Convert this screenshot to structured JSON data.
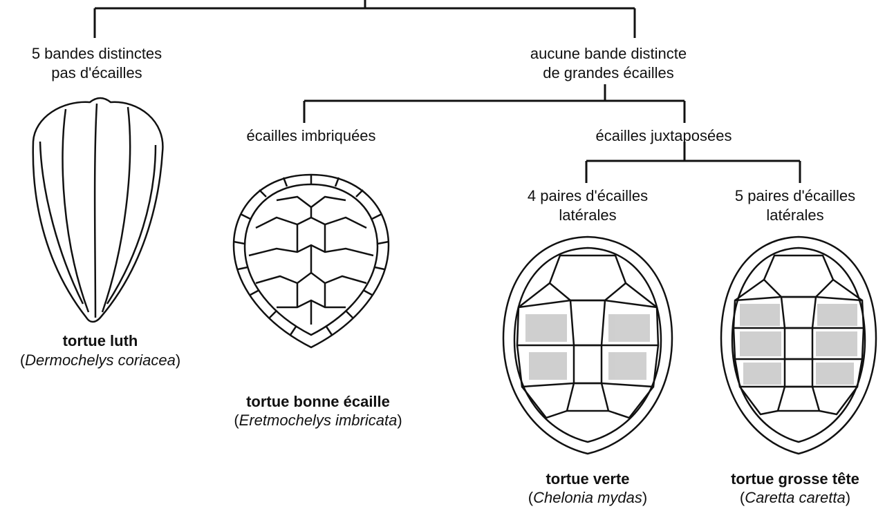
{
  "tree": {
    "root_left": "5 bandes distinctes\npas d'écailles",
    "root_right": "aucune bande distincte\nde grandes écailles",
    "mid_left": "écailles imbriquées",
    "mid_right": "écailles juxtaposées",
    "leaf_left": "4 paires d'écailles\nlatérales",
    "leaf_right": "5 paires d'écailles\nlatérales"
  },
  "species": [
    {
      "common": "tortue luth",
      "latin": "Dermochelys coriacea"
    },
    {
      "common": "tortue bonne écaille",
      "latin": "Eretmochelys imbricata"
    },
    {
      "common": "tortue verte",
      "latin": "Chelonia mydas"
    },
    {
      "common": "tortue grosse tête",
      "latin": "Caretta caretta"
    }
  ],
  "icons": [
    "leatherback-carapace-icon",
    "hawksbill-carapace-icon",
    "green-turtle-carapace-icon",
    "loggerhead-carapace-icon"
  ],
  "colors": {
    "ink": "#111111",
    "background": "#ffffff"
  }
}
